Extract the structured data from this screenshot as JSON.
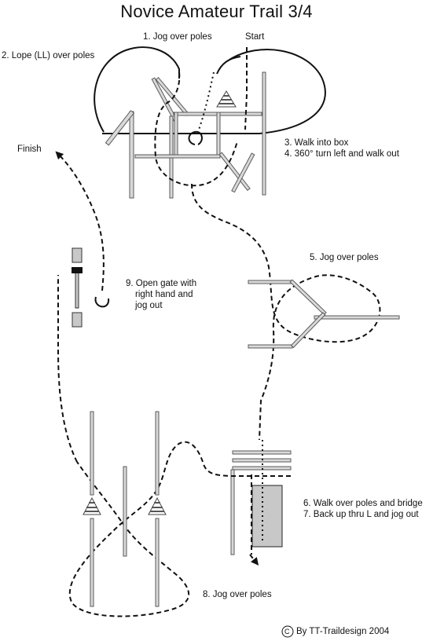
{
  "title": "Novice Amateur Trail 3/4",
  "labels": {
    "start": "Start",
    "finish": "Finish",
    "step1": "1. Jog over poles",
    "step2": "2. Lope (LL) over poles",
    "step3": "3. Walk into box",
    "step4": "4. 360° turn left and walk out",
    "step5": "5. Jog over poles",
    "step6": "6. Walk over poles and bridge",
    "step7": "7. Back up thru L and jog out",
    "step8": "8. Jog over poles",
    "step9_line1": "9. Open gate with",
    "step9_line2": "right hand and",
    "step9_line3": "jog out",
    "copyright_symbol": "C",
    "copyright": "By TT-Traildesign 2004"
  },
  "colors": {
    "pole_fill": "#d9d9d9",
    "pole_stroke": "#5a5a5a",
    "path": "#111111",
    "bridge": "#c8c8c8"
  }
}
